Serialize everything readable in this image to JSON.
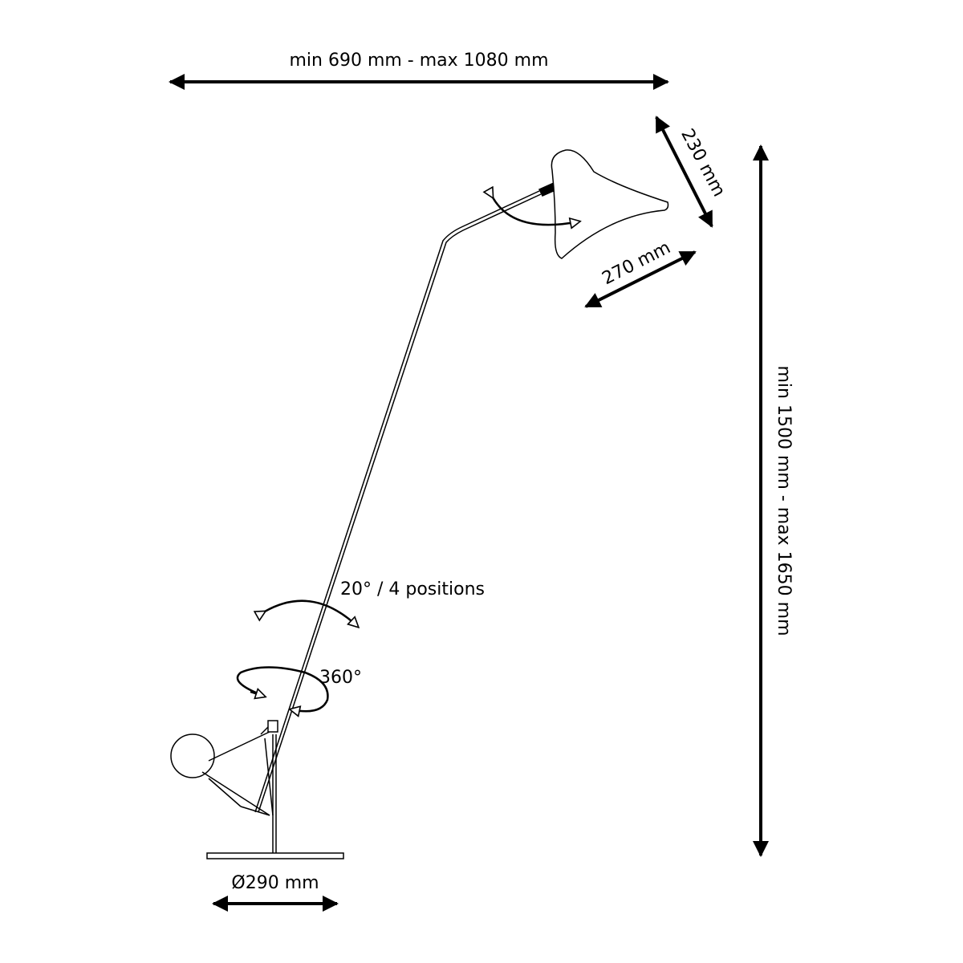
{
  "labels": {
    "width": "min 690 mm - max 1080 mm",
    "height": "min 1500 mm - max 1650 mm",
    "shade_depth": "230 mm",
    "shade_length": "270 mm",
    "tilt": "20° / 4 positions",
    "rotation": "360°",
    "base": "Ø290 mm"
  },
  "colors": {
    "line": "#000000",
    "background": "#ffffff"
  }
}
